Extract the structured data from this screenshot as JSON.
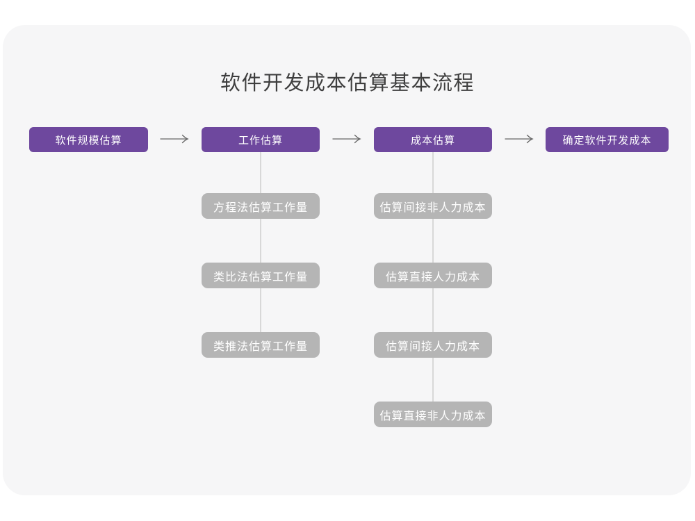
{
  "title": "软件开发成本估算基本流程",
  "flow_nodes": [
    {
      "label": "软件规模估算"
    },
    {
      "label": "工作估算"
    },
    {
      "label": "成本估算"
    },
    {
      "label": "确定软件开发成本"
    }
  ],
  "work_estimation_methods": [
    {
      "label": "方程法估算工作量"
    },
    {
      "label": "类比法估算工作量"
    },
    {
      "label": "类推法估算工作量"
    }
  ],
  "cost_estimation_steps": [
    {
      "label": "估算间接非人力成本"
    },
    {
      "label": "估算直接人力成本"
    },
    {
      "label": "估算间接人力成本"
    },
    {
      "label": "估算直接非人力成本"
    }
  ],
  "colors": {
    "primary_node": "#6E489E",
    "secondary_node": "#B5B5B5",
    "card_background": "#F6F6F7",
    "page_background": "#FFFFFF",
    "connector_line": "#D8D8D8",
    "arrow": "#666666",
    "title_text": "#3F3F3F",
    "node_text": "#FFFFFF"
  }
}
